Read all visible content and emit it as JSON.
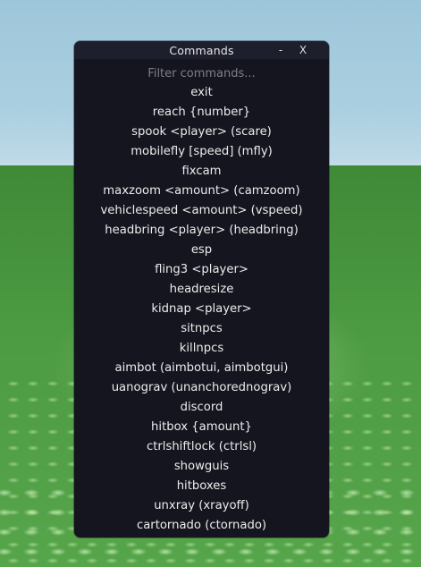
{
  "window": {
    "title": "Commands",
    "minimize_label": "-",
    "close_label": "X"
  },
  "filter": {
    "placeholder": "Filter commands..."
  },
  "commands": [
    "exit",
    "reach {number}",
    "spook <player> (scare)",
    "mobilefly [speed] (mfly)",
    "fixcam",
    "maxzoom <amount> (camzoom)",
    "vehiclespeed <amount> (vspeed)",
    "headbring <player> (headbring)",
    "esp",
    "fling3 <player>",
    "headresize",
    "kidnap <player>",
    "sitnpcs",
    "killnpcs",
    "aimbot (aimbotui, aimbotgui)",
    "uanograv (unanchorednograv)",
    "discord",
    "hitbox {amount}",
    "ctrlshiftlock (ctrlsl)",
    "showguis",
    "hitboxes",
    "unxray (xrayoff)",
    "cartornado (ctornado)"
  ],
  "colors": {
    "window_bg": "#14151f",
    "titlebar_bg": "#1d1f2c",
    "text": "#ececec",
    "placeholder": "#7d7f8a",
    "sky": "#b3d3e3",
    "grass": "#4f9a43"
  }
}
